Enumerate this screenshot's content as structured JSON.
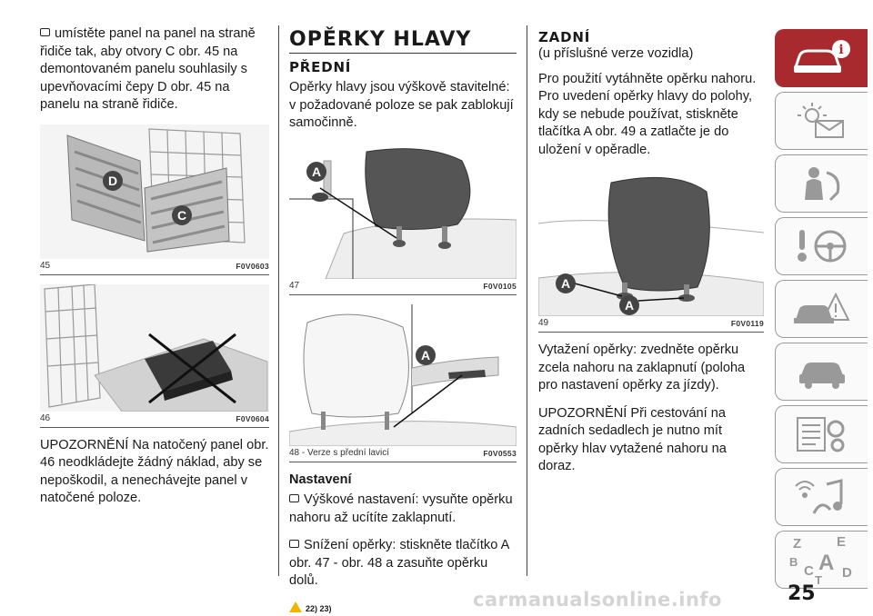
{
  "col1": {
    "intro": "umístěte panel na panel na straně řidiče tak, aby otvory C obr. 45 na demontovaném panelu souhlasily s upevňovacími čepy D obr. 45 na panelu na straně řidiče.",
    "fig45": {
      "number": "45",
      "code": "F0V0603",
      "label_d": "D",
      "label_c": "C"
    },
    "fig46": {
      "number": "46",
      "code": "F0V0604"
    },
    "warning": "UPOZORNĚNÍ Na natočený panel obr. 46 neodkládejte žádný náklad, aby se nepoškodil, a nenechávejte panel v natočené poloze."
  },
  "col2": {
    "title": "OPĚRKY HLAVY",
    "subtitle": "PŘEDNÍ",
    "text": "Opěrky hlavy jsou výškově stavitelné: v požadované poloze se pak zablokují samočinně.",
    "fig47": {
      "number": "47",
      "code": "F0V0105",
      "label": "A"
    },
    "fig48": {
      "number": "48 - Verze s přední lavicí",
      "code": "F0V0553",
      "label": "A"
    },
    "settings_heading": "Nastavení",
    "bullet1": "Výškové nastavení: vysuňte opěrku nahoru až ucítíte zaklapnutí.",
    "bullet2": "Snížení opěrky: stiskněte tlačítko A obr. 47 - obr. 48 a zasuňte opěrku dolů.",
    "warn_refs": "22) 23)"
  },
  "col3": {
    "title": "ZADNÍ",
    "subtitle": "(u příslušné verze vozidla)",
    "text1": "Pro použití vytáhněte opěrku nahoru. Pro uvedení opěrky hlavy do polohy, kdy se nebude používat, stiskněte tlačítka A obr. 49 a zatlačte je do uložení v opěradle.",
    "fig49": {
      "number": "49",
      "code": "F0V0119",
      "label": "A"
    },
    "text2": "Vytažení opěrky: zvedněte opěrku zcela nahoru na zaklapnutí (poloha pro nastavení opěrky za jízdy).",
    "text3": "UPOZORNĚNÍ Při cestování na zadních sedadlech je nutno mít opěrky hlav vytažené nahoru na doraz."
  },
  "sidebar": {
    "tabs": [
      {
        "icon": "car-info-icon",
        "active": true
      },
      {
        "icon": "warning-lights-icon",
        "active": false
      },
      {
        "icon": "airbag-safety-icon",
        "active": false
      },
      {
        "icon": "steering-wheel-icon",
        "active": false
      },
      {
        "icon": "accident-icon",
        "active": false
      },
      {
        "icon": "maintenance-icon",
        "active": false
      },
      {
        "icon": "technical-data-icon",
        "active": false
      },
      {
        "icon": "multimedia-icon",
        "active": false
      },
      {
        "icon": "index-icon",
        "active": false
      }
    ],
    "index_letters": [
      "Z",
      "E",
      "B",
      "A",
      "C",
      "T",
      "D"
    ]
  },
  "page_number": "25",
  "watermark": "carmanualsonline.info",
  "colors": {
    "accent": "#a82a2f",
    "warning": "#f0b400"
  }
}
